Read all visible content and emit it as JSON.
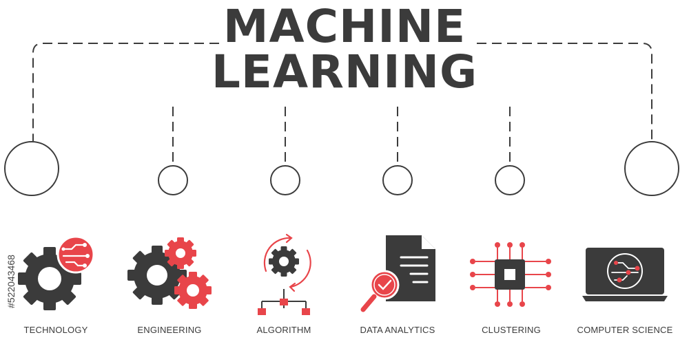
{
  "title": {
    "line1": "MACHINE",
    "line2": "LEARNING"
  },
  "items": [
    {
      "label": "TECHNOLOGY",
      "icon": "gear-circuit-icon"
    },
    {
      "label": "ENGINEERING",
      "icon": "gears-icon"
    },
    {
      "label": "ALGORITHM",
      "icon": "gear-cycle-flowchart-icon"
    },
    {
      "label": "DATA ANALYTICS",
      "icon": "document-magnifier-icon"
    },
    {
      "label": "CLUSTERING",
      "icon": "chip-icon"
    },
    {
      "label": "COMPUTER SCIENCE",
      "icon": "laptop-circuit-icon"
    }
  ],
  "watermark": "#522043468",
  "colors": {
    "dark": "#3b3b3b",
    "accent": "#e8454a",
    "line": "#3b3b3b"
  }
}
